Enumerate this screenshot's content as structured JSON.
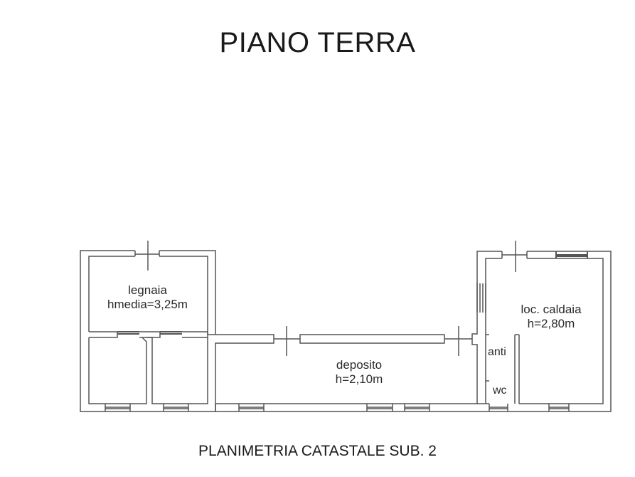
{
  "header": {
    "title": "PIANO TERRA"
  },
  "footer": {
    "caption": "PLANIMETRIA CATASTALE SUB. 2"
  },
  "rooms": [
    {
      "name": "legnaia",
      "height": "hmedia=3,25m"
    },
    {
      "name": "deposito",
      "height": "h=2,10m"
    },
    {
      "name": "loc. caldaia",
      "height": "h=2,80m"
    },
    {
      "name": "anti"
    },
    {
      "name": "wc"
    }
  ],
  "colors": {
    "wall_line": "#555555",
    "background": "#ffffff",
    "text": "#222222"
  }
}
